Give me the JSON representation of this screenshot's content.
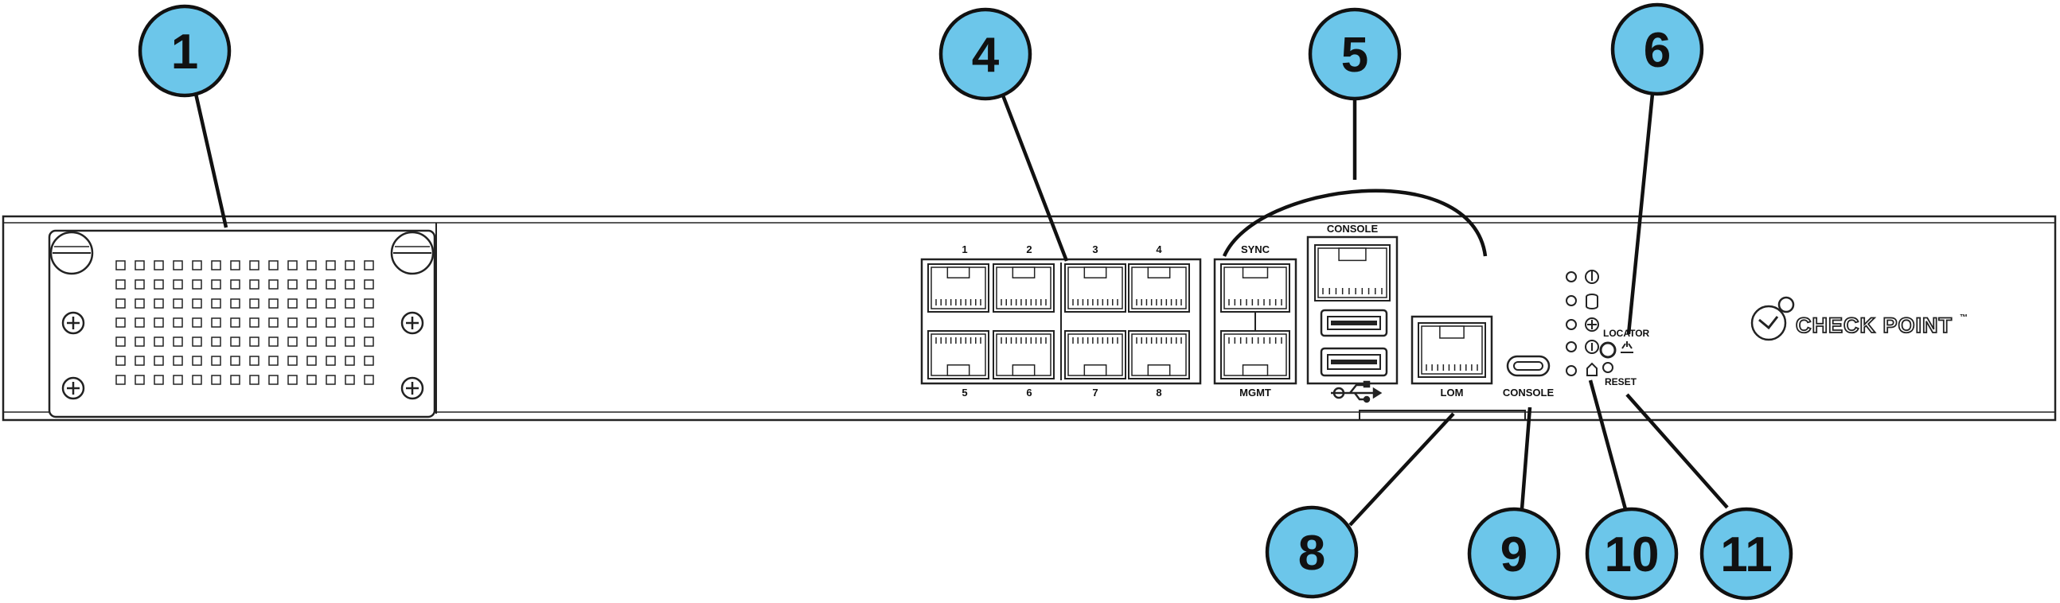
{
  "callouts": [
    {
      "id": "1",
      "color": "#6cc6ea"
    },
    {
      "id": "4",
      "color": "#6cc6ea"
    },
    {
      "id": "5",
      "color": "#6cc6ea"
    },
    {
      "id": "6",
      "color": "#6cc6ea"
    },
    {
      "id": "8",
      "color": "#6cc6ea"
    },
    {
      "id": "9",
      "color": "#6cc6ea"
    },
    {
      "id": "10",
      "color": "#6cc6ea"
    },
    {
      "id": "11",
      "color": "#6cc6ea"
    }
  ],
  "ports": {
    "top_numbers": [
      "1",
      "2",
      "3",
      "4"
    ],
    "bottom_numbers": [
      "5",
      "6",
      "7",
      "8"
    ],
    "sync": "SYNC",
    "mgmt": "MGMT",
    "console_top": "CONSOLE",
    "lom": "LOM",
    "console_usbc": "CONSOLE"
  },
  "panel": {
    "locator": "LOCATOR",
    "reset": "RESET",
    "brand": "CHECK POINT",
    "trademark": "™"
  },
  "led_icons": [
    "power-icon",
    "storage-icon",
    "alert-icon",
    "info-icon",
    "cloud-icon"
  ],
  "colors": {
    "callout_fill": "#6cc6ea",
    "outline": "#222222"
  }
}
